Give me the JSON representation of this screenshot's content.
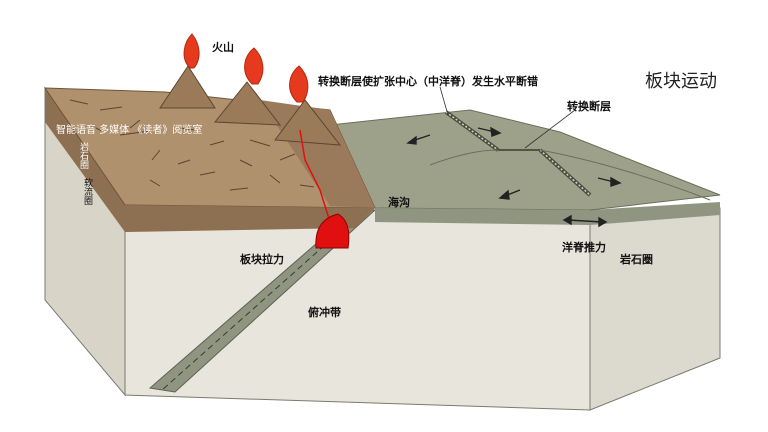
{
  "title": "板块运动",
  "watermark": "智能语音 多媒体 《读者》阅览室",
  "labels": {
    "volcano": "火山",
    "transform_fault_ridge": "转换断层使扩张中心（中洋脊）发生水平断错",
    "transform_fault": "转换断层",
    "trench": "海沟",
    "slab_pull": "板块拉力",
    "ridge_push": "洋脊推力",
    "lithosphere_right": "岩石圈",
    "subduction_zone": "俯冲带",
    "lithosphere_left": "岩石圈",
    "asthenosphere": "软流圈"
  },
  "colors": {
    "continental_crust": "#a48564",
    "continental_top": "#b0916e",
    "oceanic_plate": "#9ea18a",
    "oceanic_lithosphere": "#8f9580",
    "mantle": "#e8e5dc",
    "lava": "#e53a1e",
    "magma": "#e01010",
    "arrow": "#222222"
  }
}
